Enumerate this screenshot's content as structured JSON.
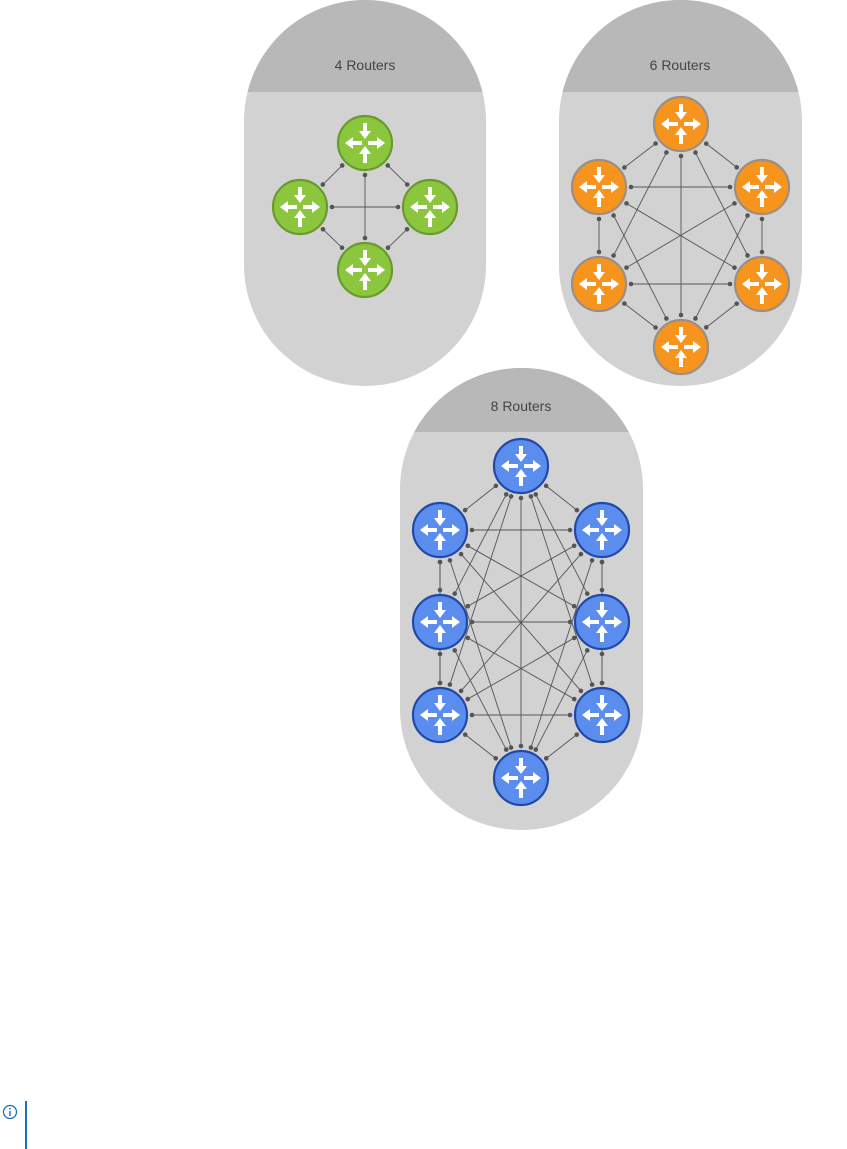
{
  "panels": [
    {
      "id": "p4",
      "title": "4 Routers",
      "router_color": "#8cc63f",
      "router_stroke": "#6a9a2e"
    },
    {
      "id": "p6",
      "title": "6 Routers",
      "router_color": "#f7941d",
      "router_stroke": "#9a8f86"
    },
    {
      "id": "p8",
      "title": "8 Routers",
      "router_color": "#5b8def",
      "router_stroke": "#2249a8"
    }
  ],
  "colors": {
    "panel_body": "#d2d2d2",
    "panel_header": "#b8b8b8",
    "link_line": "#555555",
    "link_dot": "#555555",
    "arrow": "#ffffff",
    "note_rule": "#1a6fbf"
  },
  "note": {
    "icon": "info-icon"
  }
}
